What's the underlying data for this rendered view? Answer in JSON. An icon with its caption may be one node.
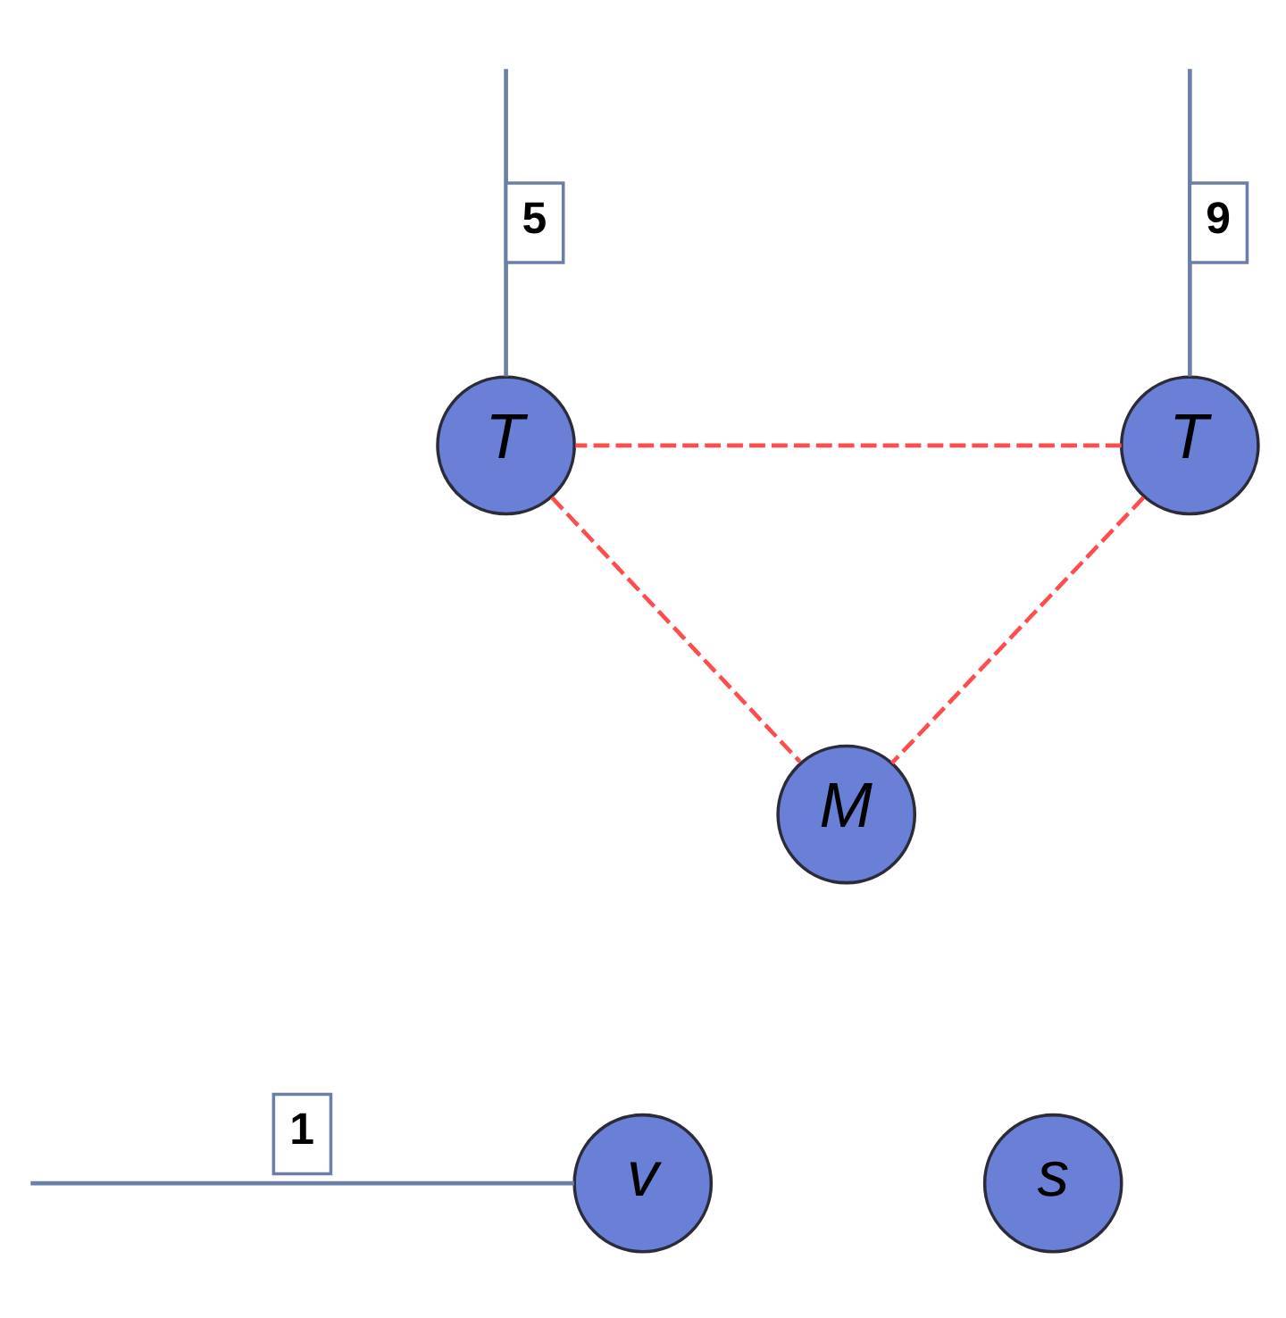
{
  "diagram": {
    "nodes": [
      {
        "text": [
          "T"
        ]
      },
      {
        "text": [
          "T"
        ]
      },
      {
        "text": [
          "M"
        ]
      },
      {
        "text": [
          "v"
        ]
      },
      {
        "text": [
          "s"
        ]
      }
    ],
    "edges": [
      {
        "from": null,
        "to": 0,
        "arrow": "none",
        "label": "9"
      },
      {
        "from": null,
        "to": 1,
        "arrow": "none",
        "label": "5"
      },
      {
        "from": 0,
        "to": 1,
        "arrow": "none",
        "style": "dashed",
        "color": "#ff4d4d"
      },
      {
        "from": 0,
        "to": 2,
        "arrow": "none",
        "style": "dashed",
        "color": "#ff4d4d"
      },
      {
        "from": 1,
        "to": 2,
        "arrow": "none",
        "style": "dashed",
        "color": "#ff4d4d"
      },
      {
        "from": null,
        "to": 3,
        "arrow": "none",
        "label": "1"
      }
    ]
  }
}
